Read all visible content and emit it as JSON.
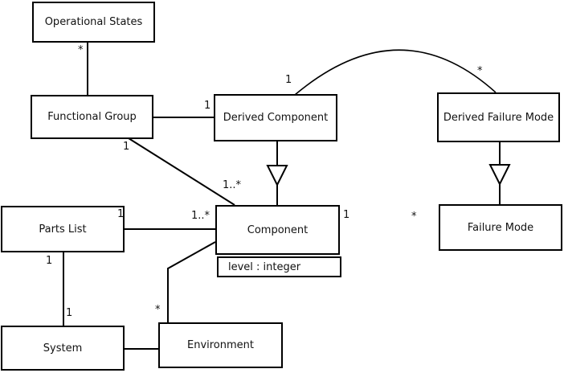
{
  "diagram": {
    "type": "uml-class-diagram",
    "background_color": "#ffffff",
    "line_color": "#000000",
    "classes": {
      "operational_states": {
        "name": "Operational States"
      },
      "functional_group": {
        "name": "Functional Group"
      },
      "derived_component": {
        "name": "Derived Component"
      },
      "derived_failure_mode": {
        "name": "Derived Failure Mode"
      },
      "parts_list": {
        "name": "Parts List"
      },
      "component": {
        "name": "Component",
        "attribute": "level : integer"
      },
      "failure_mode": {
        "name": "Failure Mode"
      },
      "system": {
        "name": "System"
      },
      "environment": {
        "name": "Environment"
      }
    },
    "multiplicities": {
      "operational_states_end": "*",
      "derived_component_left_end": "1",
      "functional_group_bottom_end": "1",
      "component_topleft_end": "1..*",
      "arc_derived_component_end": "1",
      "arc_derived_failure_mode_end": "*",
      "parts_list_right_end": "1",
      "component_left_end": "1..*",
      "component_right_end": "1",
      "failure_mode_left_end": "*",
      "parts_list_bottom_end": "1",
      "system_top_end": "1",
      "environment_top_end": "*"
    }
  }
}
